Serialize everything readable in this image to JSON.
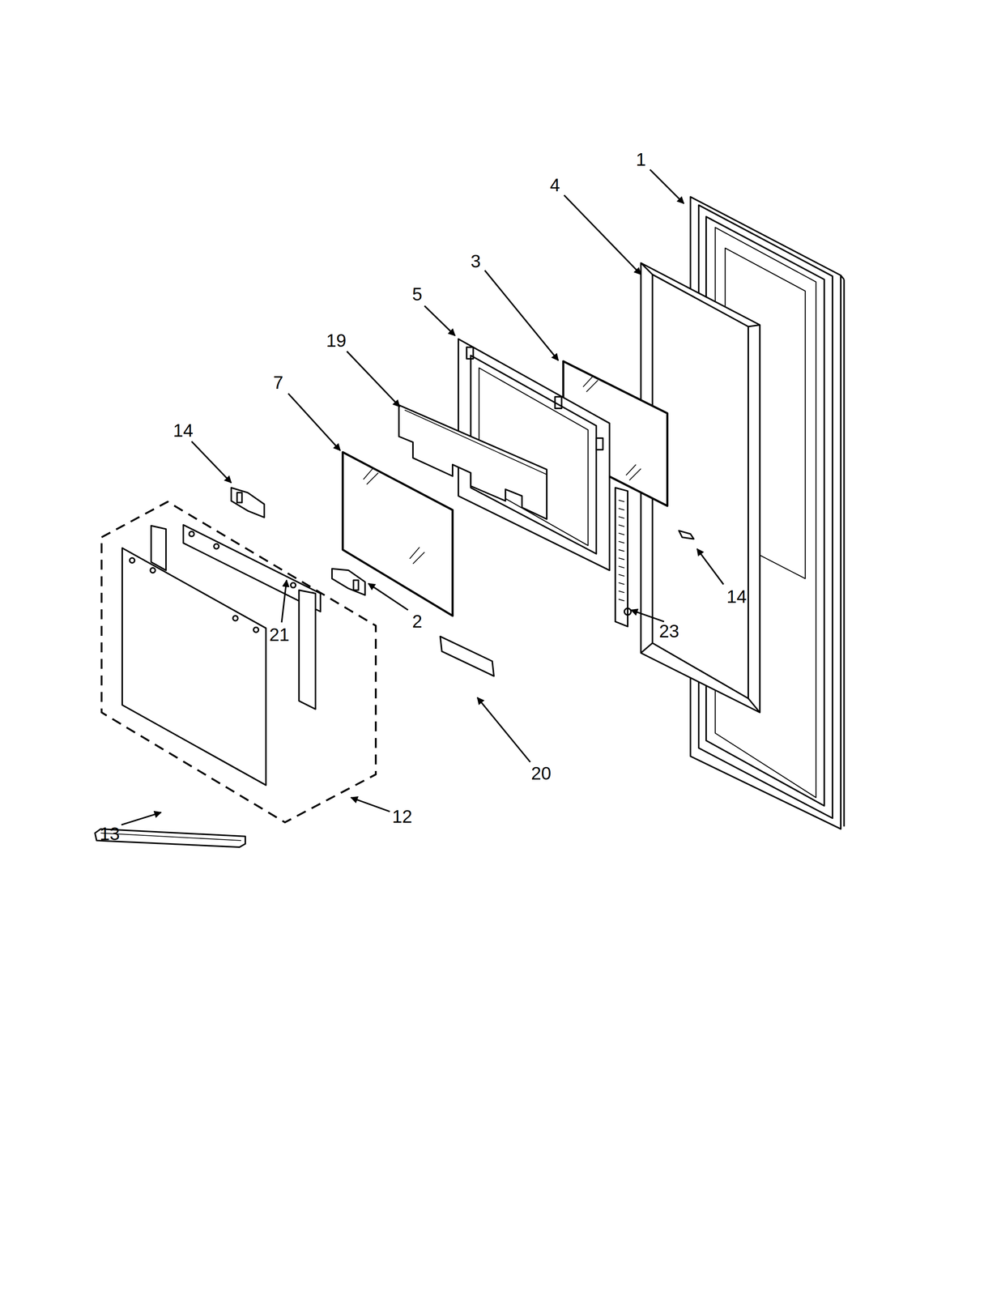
{
  "diagram": {
    "labels": [
      "1",
      "4",
      "3",
      "5",
      "19",
      "7",
      "14",
      "2",
      "23",
      "14",
      "21",
      "20",
      "12",
      "13"
    ]
  }
}
